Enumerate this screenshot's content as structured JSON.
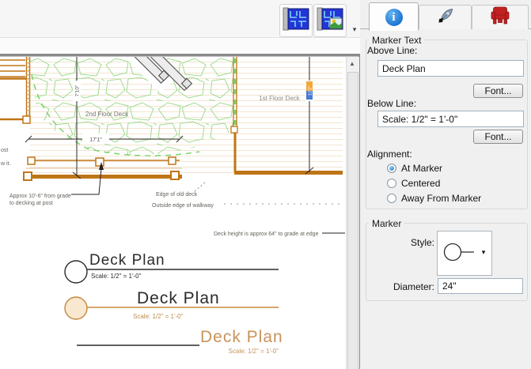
{
  "toolbar": {
    "caret_glyph": "▾",
    "plan_button": "plan-view",
    "plan_image_button": "plan-image-view"
  },
  "canvas": {
    "scroll_up_glyph": "▲",
    "labels": {
      "second_floor_deck": "2nd Floor Deck",
      "first_floor_deck": "1st Floor Deck",
      "dim_width": "17'1\"",
      "dim_height_2nd": "7'10\"",
      "dim_height_1st": "12'2\"",
      "note_fragment_1": "ost",
      "note_fragment_2": "w it.",
      "note_grade_line1": "Approx 10'-6\" from grade",
      "note_grade_line2": "to decking at post",
      "note_edge_old_deck": "Edge of old deck",
      "note_outside_walkway": "Outside edge of walkway",
      "note_deck_height": "Deck height is approx 64\" to grade at edge"
    },
    "markers": [
      {
        "title": "Deck Plan",
        "scale": "Scale: 1/2\" = 1'-0\"",
        "style": "black-circle"
      },
      {
        "title": "Deck Plan",
        "scale": "Scale: 1/2\" = 1'-0\"",
        "style": "tan-circle"
      },
      {
        "title": "Deck Plan",
        "scale": "Scale: 1/2\" = 1'-0\"",
        "style": "tan-text-no-circle"
      }
    ],
    "colors": {
      "deck_outline": "#bf7516",
      "deck_boards": "#f3e4cf",
      "flagstone_green": "#9fdb90",
      "marker_tan": "#c8873c"
    }
  },
  "panel": {
    "tabs": [
      {
        "name": "info",
        "selected": true
      },
      {
        "name": "pen",
        "selected": false
      },
      {
        "name": "furniture",
        "selected": false
      }
    ],
    "marker_text": {
      "group_label": "Marker Text",
      "above_line_label": "Above Line:",
      "above_line_value": "Deck Plan",
      "font_button_1": "Font...",
      "below_line_label": "Below Line:",
      "below_line_value": "Scale: 1/2\" = 1'-0\"",
      "font_button_2": "Font...",
      "alignment_label": "Alignment:",
      "alignment_options": [
        {
          "label": "At Marker",
          "selected": true
        },
        {
          "label": "Centered",
          "selected": false
        },
        {
          "label": "Away From Marker",
          "selected": false
        }
      ]
    },
    "marker": {
      "group_label": "Marker",
      "style_label": "Style:",
      "style_caret_glyph": "▾",
      "diameter_label": "Diameter:",
      "diameter_value": "24\""
    }
  }
}
